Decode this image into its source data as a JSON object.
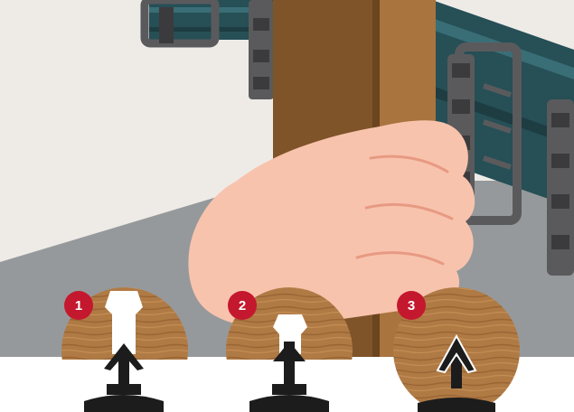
{
  "steps": [
    {
      "number": "1"
    },
    {
      "number": "2"
    },
    {
      "number": "3"
    }
  ],
  "colors": {
    "wall": "#eeebe7",
    "floor": "#96999b",
    "post": "#7f5428",
    "post_highlight": "#a9743e",
    "rail": "#264f56",
    "clip": "#5a5a5c",
    "clip_dark": "#3b3b3d",
    "hand": "#f8c3ad",
    "hand_line": "#e79a83",
    "wood": "#b07a45",
    "wood_grain": "#8f5a2b",
    "pin": "#1c1c1c",
    "badge": "#c4182f"
  }
}
